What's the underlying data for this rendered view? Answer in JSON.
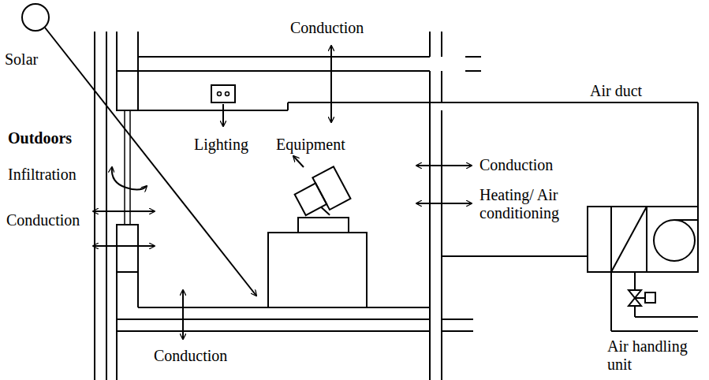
{
  "diagram": {
    "labels": [
      "Conduction",
      "Solar",
      "Air duct",
      "Lighting",
      "Equipment",
      "Outdoors",
      "Conduction",
      "Infiltration",
      "Heating/ Air conditioning",
      "Conduction",
      "Conduction",
      "Air handling unit"
    ]
  }
}
